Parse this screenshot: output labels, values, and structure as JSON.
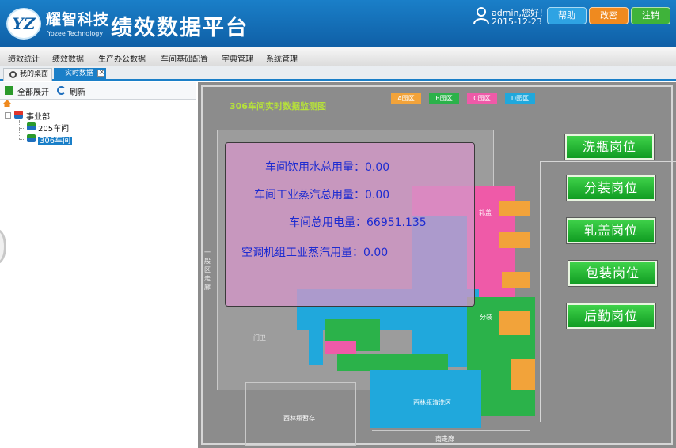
{
  "header": {
    "logo_mark": "YZ",
    "brand_name": "耀智科技",
    "brand_sub": "Yozee Technology",
    "app_title": "绩效数据平台",
    "user_greeting": "admin,您好！",
    "date": "2015-12-23",
    "buttons": {
      "help": "帮助",
      "change_password": "改密",
      "logout": "注销"
    },
    "colors": {
      "header_bg": "#1a7fc8",
      "help": "#2ea3e3",
      "change_password": "#ef8a1f",
      "logout": "#3fb33a"
    }
  },
  "menu": [
    "绩效统计",
    "绩效数据",
    "生产办公数据",
    "车间基础配置",
    "字典管理",
    "系统管理"
  ],
  "tabs": [
    {
      "label": "我的桌面",
      "icon": "gear-icon"
    },
    {
      "label": "实时数据",
      "active": true
    }
  ],
  "toolbar": {
    "expand_all": "全部展开",
    "refresh": "刷新"
  },
  "tree": {
    "root": "事业部",
    "children": [
      "205车间",
      "306车间"
    ],
    "selected": "306车间"
  },
  "map": {
    "title": "306车间实时数据监测图",
    "legend": [
      {
        "label": "A园区",
        "color": "#f2a33a"
      },
      {
        "label": "B园区",
        "color": "#2bb24a"
      },
      {
        "label": "C园区",
        "color": "#ef5aa8"
      },
      {
        "label": "D园区",
        "color": "#20a8dc"
      }
    ],
    "metrics": [
      {
        "label": "车间饮用水总用量：",
        "value": "0.00"
      },
      {
        "label": "车间工业蒸汽总用量：",
        "value": "0.00"
      },
      {
        "label": "车间总用电量：",
        "value": "66951.135"
      },
      {
        "label": "空调机组工业蒸汽用量：",
        "value": "0.00"
      }
    ],
    "stations": [
      "洗瓶岗位",
      "分装岗位",
      "轧盖岗位",
      "包装岗位",
      "后勤岗位"
    ],
    "area_labels": {
      "zone1": "轧盖",
      "zone2": "分装",
      "corridor": "一般区走廊",
      "wash": "西林瓶清洗区",
      "storage": "西林瓶暂存",
      "south": "南走廊",
      "gate": "门卫"
    }
  }
}
